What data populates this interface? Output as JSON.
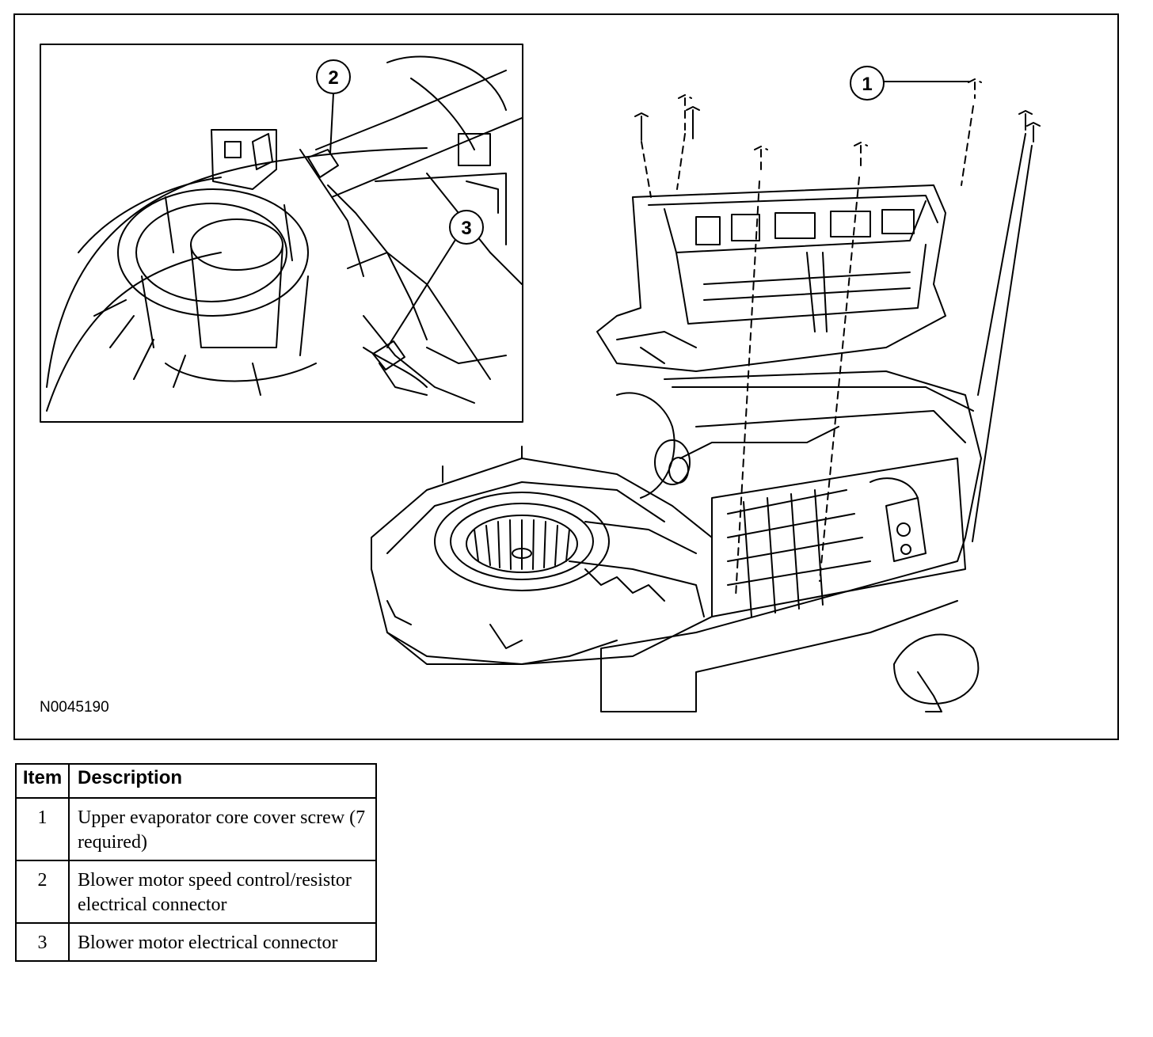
{
  "figure": {
    "id": "N0045190",
    "callouts": [
      "1",
      "2",
      "3"
    ]
  },
  "legend": {
    "headers": [
      "Item",
      "Description"
    ],
    "rows": [
      {
        "item": "1",
        "description": "Upper evaporator core cover screw (7 required)"
      },
      {
        "item": "2",
        "description": "Blower motor speed control/resistor electrical connector"
      },
      {
        "item": "3",
        "description": "Blower motor electrical connector"
      }
    ]
  }
}
